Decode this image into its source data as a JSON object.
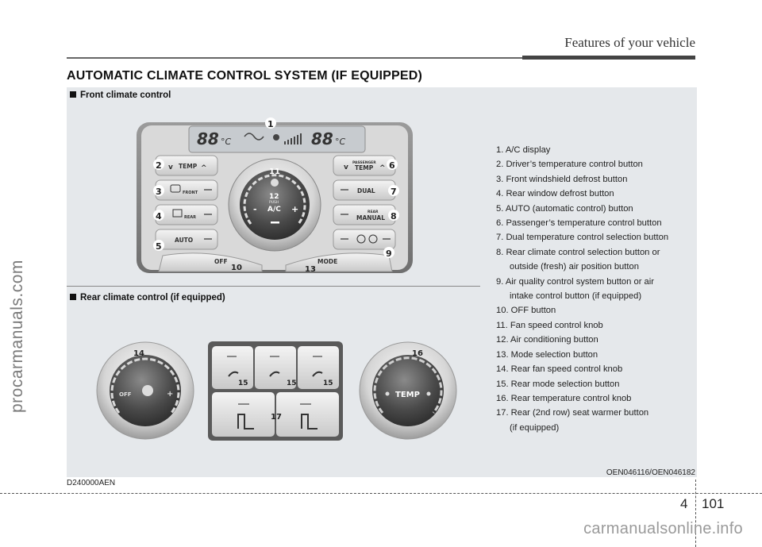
{
  "header": {
    "title": "Features of your vehicle"
  },
  "section_title": "AUTOMATIC CLIMATE CONTROL SYSTEM (IF EQUIPPED)",
  "front": {
    "subtitle": "Front climate control",
    "display_left": "88",
    "display_right": "88",
    "unit": "°C",
    "buttons": {
      "temp_left": "TEMP",
      "front": "FRONT",
      "rear": "REAR",
      "auto": "AUTO",
      "off": "OFF",
      "mode": "MODE",
      "passenger": "PASSENGER",
      "temp_right": "TEMP",
      "dual": "DUAL",
      "rear_small": "REAR",
      "manual": "MANUAL",
      "ac": "A/C",
      "push": "PUSH",
      "minus": "-",
      "plus": "+",
      "chev_down": "v",
      "chev_up": "^"
    },
    "callouts": [
      "1",
      "2",
      "3",
      "4",
      "5",
      "6",
      "7",
      "8",
      "9",
      "10",
      "11",
      "12",
      "13"
    ]
  },
  "rear": {
    "subtitle": "Rear climate control (if equipped)",
    "fan_off": "OFF",
    "fan_plus": "+",
    "temp": "TEMP",
    "callouts": [
      "14",
      "15",
      "15",
      "15",
      "16",
      "17"
    ]
  },
  "legend": [
    {
      "text": "1. A/C display"
    },
    {
      "text": "2. Driver’s temperature control button"
    },
    {
      "text": "3. Front windshield defrost button"
    },
    {
      "text": "4. Rear window defrost button"
    },
    {
      "text": "5. AUTO (automatic control) button"
    },
    {
      "text": "6. Passenger’s temperature control button"
    },
    {
      "text": "7. Dual temperature control selection button"
    },
    {
      "text": "8. Rear climate control selection button or"
    },
    {
      "text": "outside (fresh) air position button",
      "indent": true
    },
    {
      "text": "9. Air quality control system button or air"
    },
    {
      "text": "intake control button (if equipped)",
      "indent": true
    },
    {
      "text": "10. OFF button"
    },
    {
      "text": "11. Fan speed control knob"
    },
    {
      "text": "12. Air conditioning button"
    },
    {
      "text": "13. Mode selection button"
    },
    {
      "text": "14. Rear fan speed control knob"
    },
    {
      "text": "15. Rear mode selection button"
    },
    {
      "text": "16. Rear temperature control knob"
    },
    {
      "text": "17. Rear (2nd row) seat warmer button"
    },
    {
      "text": "(if equipped)",
      "indent": true
    }
  ],
  "image_code": "OEN046116/OEN046182",
  "doc_code": "D240000AEN",
  "page": {
    "chapter": "4",
    "number": "101"
  },
  "watermarks": {
    "side": "procarmanuals.com",
    "bottom": "carmanualsonline.info"
  }
}
